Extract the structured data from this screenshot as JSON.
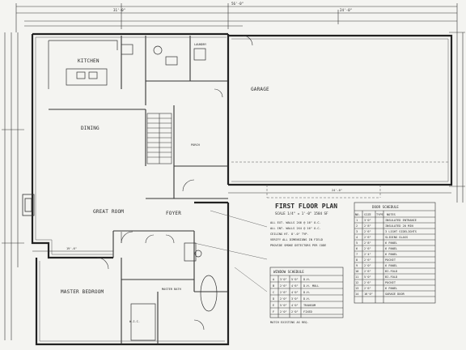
{
  "plan": {
    "title": "FIRST FLOOR PLAN",
    "subtitle": "SCALE 1/4\" = 1'-0\"   1584 SF",
    "rooms": {
      "kitchen": "KITCHEN",
      "dining": "DINING",
      "garage": "GARAGE",
      "great_room": "GREAT ROOM",
      "foyer": "FOYER",
      "master_bedroom": "MASTER BEDROOM",
      "master_bath": "MASTER BATH",
      "wic": "W.I.C.",
      "laundry": "LAUNDRY",
      "porch": "PORCH"
    },
    "dims": {
      "overall": "56'-0\"",
      "left": "31'-0\"",
      "right": "24'-0\"",
      "bottom_garage": "24'-0\"",
      "bottom_left": "19'-6\""
    }
  },
  "door_schedule": {
    "title": "DOOR SCHEDULE",
    "headers": [
      "NO.",
      "SIZE",
      "TYPE",
      "NOTES"
    ],
    "rows": [
      [
        "1",
        "3'0\"",
        "",
        "INSULATED ENTRANCE"
      ],
      [
        "2",
        "2'8\"",
        "",
        "INSULATED 20 MIN"
      ],
      [
        "3",
        "2'6\"",
        "",
        "3 LIGHT SIDELIGHTS"
      ],
      [
        "4",
        "2'6\"",
        "",
        "SLIDING GLASS"
      ],
      [
        "5",
        "2'8\"",
        "",
        "6 PANEL"
      ],
      [
        "6",
        "2'6\"",
        "",
        "6 PANEL"
      ],
      [
        "7",
        "2'4\"",
        "",
        "6 PANEL"
      ],
      [
        "8",
        "2'6\"",
        "",
        "POCKET"
      ],
      [
        "9",
        "2'0\"",
        "",
        "6 PANEL"
      ],
      [
        "10",
        "2'6\"",
        "",
        "BI-FOLD"
      ],
      [
        "11",
        "5'0\"",
        "",
        "BI-FOLD"
      ],
      [
        "12",
        "2'6\"",
        "",
        "POCKET"
      ],
      [
        "13",
        "2'6\"",
        "",
        "6 PANEL"
      ],
      [
        "14",
        "16'0\"",
        "",
        "GARAGE DOOR"
      ]
    ]
  },
  "window_schedule": {
    "title": "WINDOW SCHEDULE",
    "rows": [
      [
        "A",
        "3'0\"",
        "5'0\"",
        "D.H."
      ],
      [
        "B",
        "2'6\"",
        "4'6\"",
        "D.H. MULL"
      ],
      [
        "C",
        "2'6\"",
        "4'0\"",
        "D.H."
      ],
      [
        "D",
        "2'0\"",
        "3'0\"",
        "D.H."
      ],
      [
        "E",
        "5'0\"",
        "4'0\"",
        "TRANSOM"
      ],
      [
        "F",
        "2'0\"",
        "2'0\"",
        "FIXED"
      ]
    ],
    "note": "MATCH EXISTING AS REQ."
  },
  "notes": [
    "ALL EXT. WALLS 2X6 @ 16\" O.C.",
    "ALL INT. WALLS 2X4 @ 16\" O.C.",
    "CEILING HT. 8'-0\" TYP.",
    "VERIFY ALL DIMENSIONS IN FIELD",
    "PROVIDE SMOKE DETECTORS PER CODE"
  ]
}
